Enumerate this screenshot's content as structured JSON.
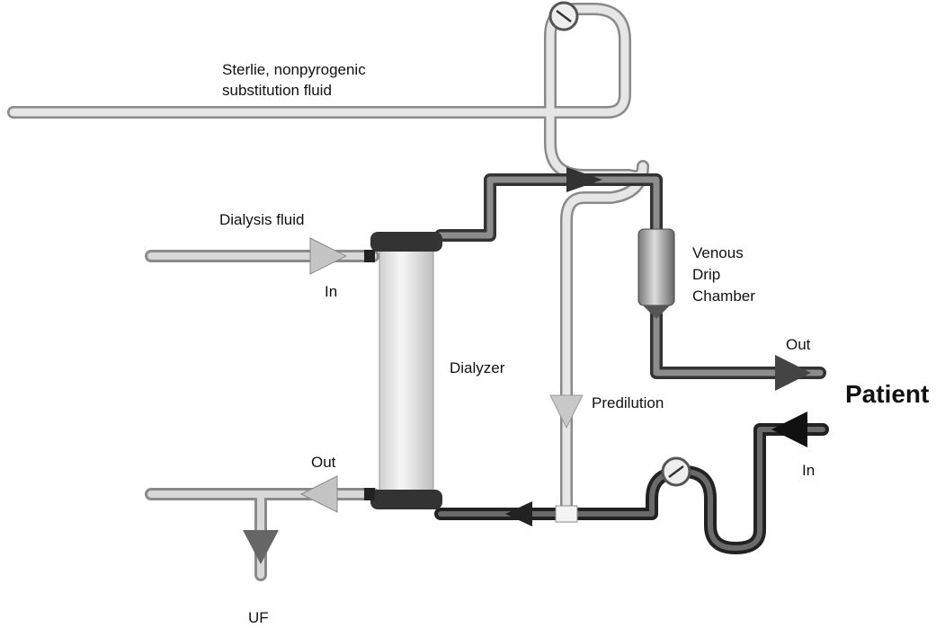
{
  "labels": {
    "substitution_line1": "Sterlie, nonpyrogenic",
    "substitution_line2": "substitution fluid",
    "dialysis_fluid": "Dialysis fluid",
    "dialysis_in": "In",
    "dialyzer": "Dialyzer",
    "venous_line1": "Venous",
    "venous_line2": "Drip",
    "venous_line3": "Chamber",
    "patient_out": "Out",
    "patient": "Patient",
    "predilution": "Predilution",
    "patient_in": "In",
    "dialysis_out": "Out",
    "uf": "UF"
  }
}
